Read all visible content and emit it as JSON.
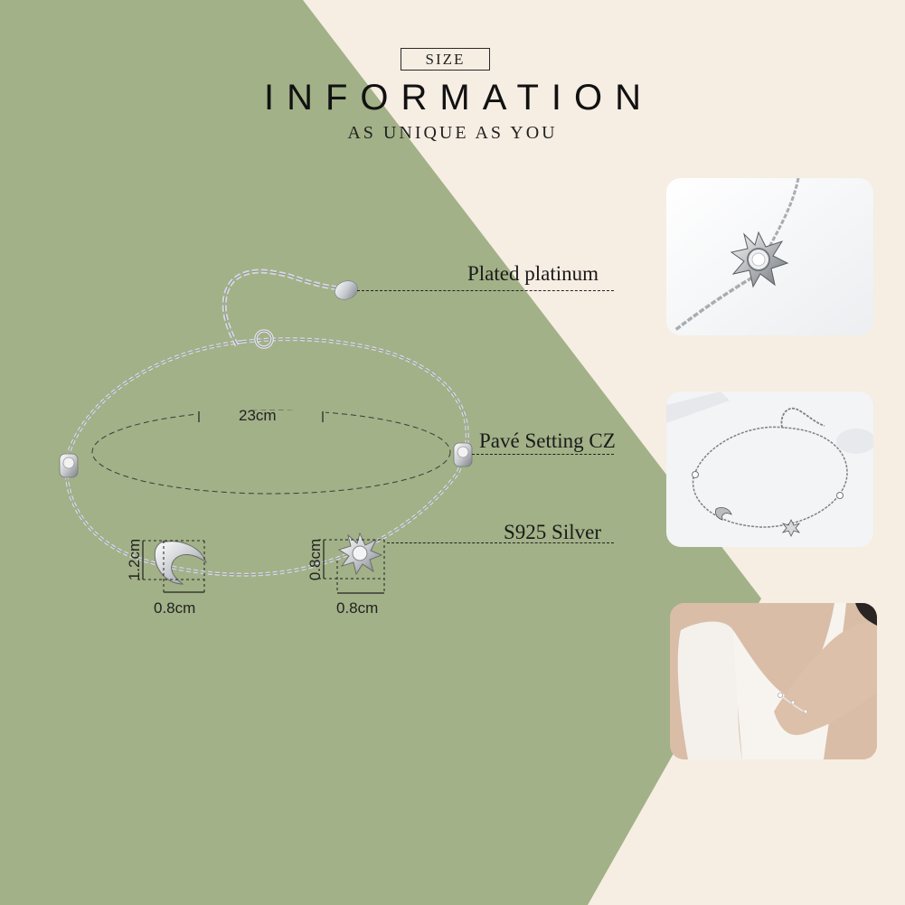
{
  "colors": {
    "background_cream": "#f6ede3",
    "background_green": "#a2b187",
    "text_dark": "#1a1a1a"
  },
  "header": {
    "size_label": "SIZE",
    "title": "INFORMATION",
    "subtitle": "AS UNIQUE AS YOU"
  },
  "callouts": [
    {
      "label": "Plated platinum"
    },
    {
      "label": "Pavé Setting CZ"
    },
    {
      "label": "S925 Silver"
    }
  ],
  "dimensions": {
    "circumference": "23cm",
    "moon_height": "1.2cm",
    "moon_width": "0.8cm",
    "sun_height": "0.8cm",
    "sun_width": "0.8cm"
  },
  "thumbnails": [
    {
      "subject": "sun-charm-closeup"
    },
    {
      "subject": "full-bracelet-on-white"
    },
    {
      "subject": "bracelet-worn-on-wrist"
    }
  ]
}
